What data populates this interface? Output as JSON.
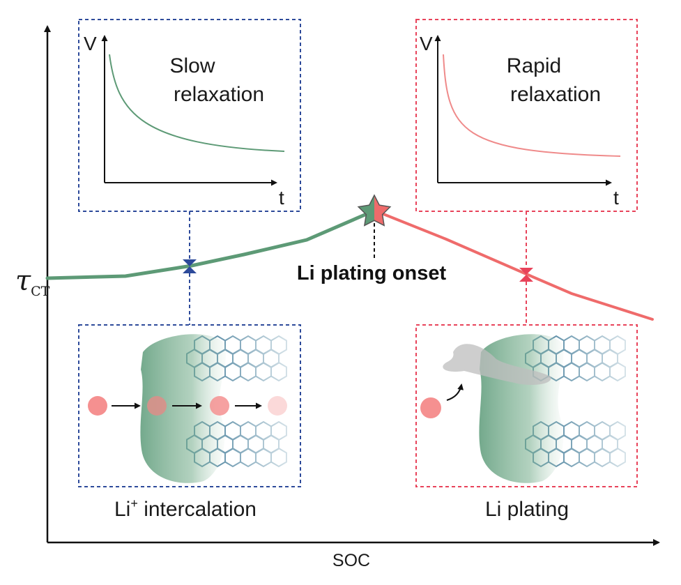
{
  "axes": {
    "y_symbol": "τ",
    "y_subscript": "CT",
    "x_label": "SOC"
  },
  "onset_label": "Li plating onset",
  "insets": {
    "left_top": {
      "axis_y": "V",
      "axis_x": "t",
      "line1": "Slow",
      "line2": "relaxation"
    },
    "right_top": {
      "axis_y": "V",
      "axis_x": "t",
      "line1": "Rapid",
      "line2": "relaxation"
    }
  },
  "captions": {
    "left": {
      "main": "Li",
      "sup": "+",
      "rest": " intercalation"
    },
    "right": "Li plating"
  },
  "colors": {
    "green": "#5d9a76",
    "red": "#ef6b6b",
    "blue_dash": "#2d4a9a",
    "red_dash": "#e8435a",
    "ion": "#f59090",
    "lattice": "#2e6e8e",
    "sei": "#5b9a78"
  }
}
